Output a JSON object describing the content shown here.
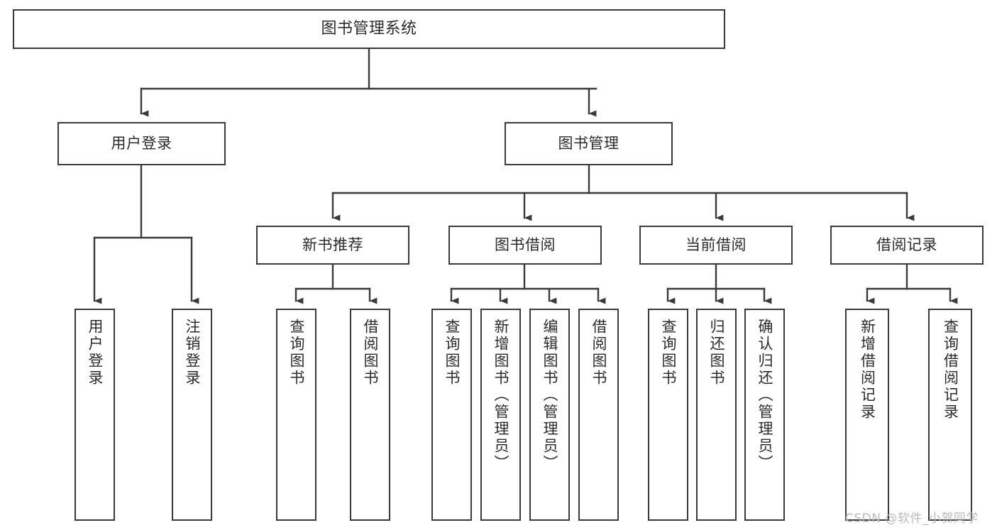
{
  "diagram": {
    "title": "图书管理系统",
    "type": "tree-hierarchy-chart",
    "colors": {
      "box_border": "#3a3a3a",
      "box_fill": "#ffffff",
      "connector": "#3a3a3a",
      "text": "#2b2b2b",
      "background": "#ffffff",
      "watermark": "#b9b9b9"
    },
    "root": {
      "label": "图书管理系统",
      "name": "root-node-library-management-system"
    },
    "level2": [
      {
        "label": "用户登录",
        "name": "node-user-login"
      },
      {
        "label": "图书管理",
        "name": "node-book-management"
      }
    ],
    "level3": [
      {
        "label": "新书推荐",
        "name": "node-new-book-recommendation"
      },
      {
        "label": "图书借阅",
        "name": "node-book-borrowing"
      },
      {
        "label": "当前借阅",
        "name": "node-current-borrowing"
      },
      {
        "label": "借阅记录",
        "name": "node-borrowing-records"
      }
    ],
    "leaves": {
      "user_login": [
        {
          "label": "用户登录",
          "name": "leaf-user-login"
        },
        {
          "label": "注销登录",
          "name": "leaf-logout"
        }
      ],
      "new_book_recommendation": [
        {
          "label": "查询图书",
          "name": "leaf-query-books-recommend"
        },
        {
          "label": "借阅图书",
          "name": "leaf-borrow-books-recommend"
        }
      ],
      "book_borrowing": [
        {
          "label": "查询图书",
          "name": "leaf-query-books-borrowing"
        },
        {
          "label": "新增图书（管理员）",
          "name": "leaf-add-book-admin"
        },
        {
          "label": "编辑图书（管理员）",
          "name": "leaf-edit-book-admin"
        },
        {
          "label": "借阅图书",
          "name": "leaf-borrow-books-borrowing"
        }
      ],
      "current_borrowing": [
        {
          "label": "查询图书",
          "name": "leaf-query-books-current"
        },
        {
          "label": "归还图书",
          "name": "leaf-return-books"
        },
        {
          "label": "确认归还（管理员）",
          "name": "leaf-confirm-return-admin"
        }
      ],
      "borrowing_records": [
        {
          "label": "新增借阅记录",
          "name": "leaf-add-borrow-record"
        },
        {
          "label": "查询借阅记录",
          "name": "leaf-query-borrow-record"
        }
      ]
    },
    "watermark": "CSDN @软件_小贺同学"
  }
}
